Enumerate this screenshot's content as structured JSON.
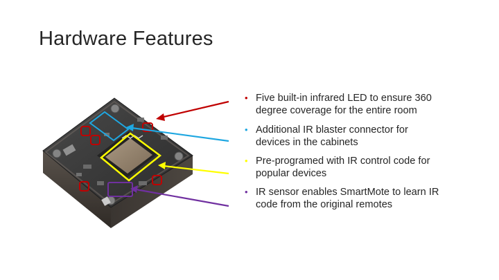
{
  "slide": {
    "title": "Hardware Features"
  },
  "colors": {
    "red": "#c00000",
    "blue": "#1fa7e1",
    "yellow": "#ffff00",
    "purple": "#7030a0",
    "text": "#262626"
  },
  "features": [
    {
      "text": "Five built-in infrared LED to ensure 360 degree coverage for the entire room",
      "color": "#c00000"
    },
    {
      "text": "Additional IR blaster connector for devices in the cabinets",
      "color": "#1fa7e1"
    },
    {
      "text": "Pre-programed with IR control code for popular devices",
      "color": "#ffff00"
    },
    {
      "text": "IR sensor enables SmartMote to learn IR code from the original remotes",
      "color": "#7030a0"
    }
  ]
}
